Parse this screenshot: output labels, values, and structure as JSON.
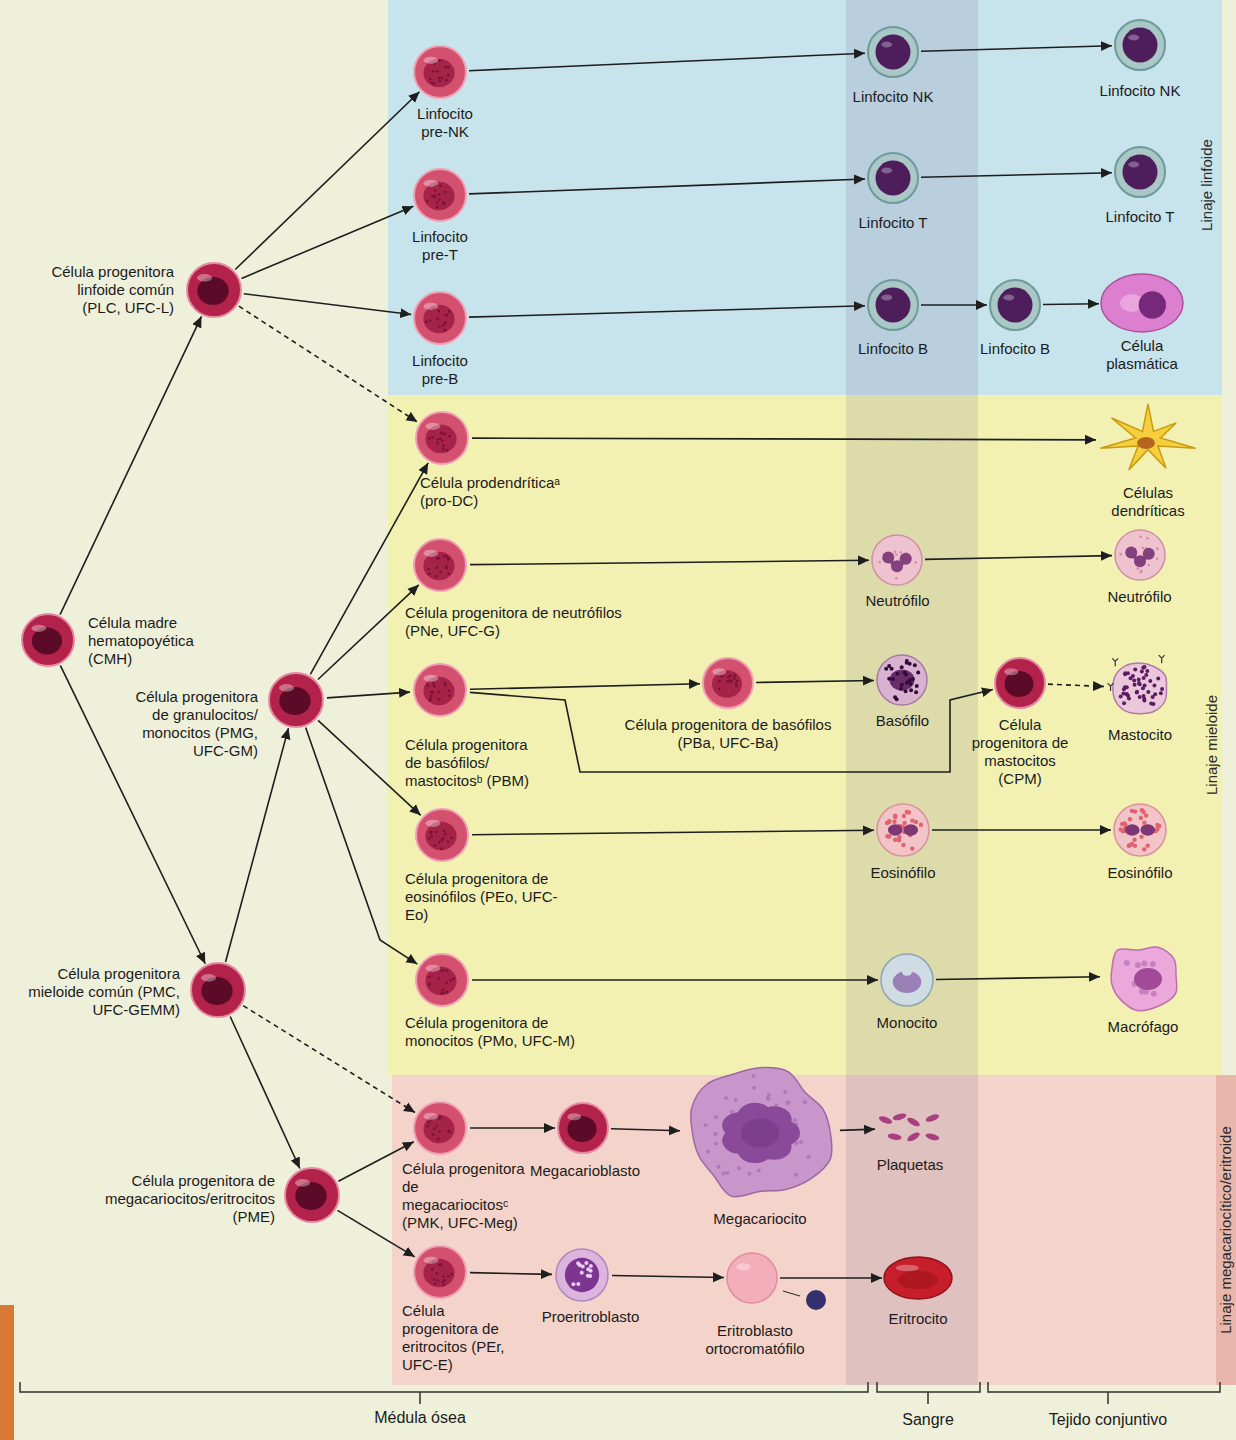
{
  "diagram": {
    "nodes": [
      {
        "text": [
          "Linaje linfoide"
        ]
      },
      {
        "text": [
          "Linaje mieloide"
        ]
      },
      {
        "text": [
          "Linaje megacariocítico/eritroide"
        ]
      },
      {
        "text": [
          "Célula madre hematopoyética (CMH)"
        ]
      },
      {
        "text": [
          "Célula progenitora linfoide común (PLC, UFC-L)"
        ]
      },
      {
        "text": [
          "Célula progenitora de granulocitos/ monocitos (PMG, UFC-GM)"
        ]
      },
      {
        "text": [
          "Célula progenitora mieloide común (PMC, UFC-GEMM)"
        ]
      },
      {
        "text": [
          "Célula progenitora de megacariocitos/eritrocitos (PME)"
        ]
      },
      {
        "text": [
          "Linfocito pre-NK"
        ],
        "in": 0
      },
      {
        "text": [
          "Linfocito pre-T"
        ],
        "in": 0
      },
      {
        "text": [
          "Linfocito pre-B"
        ],
        "in": 0
      },
      {
        "text": [
          "Linfocito NK"
        ],
        "in": 0
      },
      {
        "text": [
          "Linfocito NK"
        ],
        "in": 0
      },
      {
        "text": [
          "Linfocito T"
        ],
        "in": 0
      },
      {
        "text": [
          "Linfocito T"
        ],
        "in": 0
      },
      {
        "text": [
          "Linfocito B"
        ],
        "in": 0
      },
      {
        "text": [
          "Linfocito B"
        ],
        "in": 0
      },
      {
        "text": [
          "Célula plasmática"
        ],
        "in": 0
      },
      {
        "text": [
          "Célula prodendríticaᵃ (pro-DC)"
        ],
        "in": 1
      },
      {
        "text": [
          "Célula progenitora de neutrófilos (PNe, UFC-G)"
        ],
        "in": 1
      },
      {
        "text": [
          "Célula progenitora de basófilos/ mastocitosᵇ (PBM)"
        ],
        "in": 1
      },
      {
        "text": [
          "Célula progenitora de eosinófilos (PEo, UFC-Eo)"
        ],
        "in": 1
      },
      {
        "text": [
          "Célula progenitora de monocitos (PMo, UFC-M)"
        ],
        "in": 1
      },
      {
        "text": [
          "Células dendríticas"
        ],
        "in": 1
      },
      {
        "text": [
          "Neutrófilo"
        ],
        "in": 1
      },
      {
        "text": [
          "Neutrófilo"
        ],
        "in": 1
      },
      {
        "text": [
          "Célula progenitora de basófilos (PBa, UFC-Ba)"
        ],
        "in": 1
      },
      {
        "text": [
          "Basófilo"
        ],
        "in": 1
      },
      {
        "text": [
          "Célula progenitora de mastocitos (CPM)"
        ],
        "in": 1
      },
      {
        "text": [
          "Mastocito"
        ],
        "in": 1
      },
      {
        "text": [
          "Eosinófilo"
        ],
        "in": 1
      },
      {
        "text": [
          "Eosinófilo"
        ],
        "in": 1
      },
      {
        "text": [
          "Monocito"
        ],
        "in": 1
      },
      {
        "text": [
          "Macrófago"
        ],
        "in": 1
      },
      {
        "text": [
          "Célula progenitora de megacariocitosᶜ (PMK, UFC-Meg)"
        ],
        "in": 2
      },
      {
        "text": [
          "Célula progenitora de eritrocitos (PEr, UFC-E)"
        ],
        "in": 2
      },
      {
        "text": [
          "Megacarioblasto"
        ],
        "in": 2
      },
      {
        "text": [
          "Megacariocito"
        ],
        "in": 2
      },
      {
        "text": [
          "Plaquetas"
        ],
        "in": 2
      },
      {
        "text": [
          "Proeritroblasto"
        ],
        "in": 2
      },
      {
        "text": [
          "Eritroblasto ortocromatófilo"
        ],
        "in": 2
      },
      {
        "text": [
          "Eritrocito"
        ],
        "in": 2
      }
    ],
    "edges": [
      {
        "from": 3,
        "to": 4,
        "arrow": "to"
      },
      {
        "from": 3,
        "to": 6,
        "arrow": "to"
      },
      {
        "from": 4,
        "to": 8,
        "arrow": "to"
      },
      {
        "from": 4,
        "to": 9,
        "arrow": "to"
      },
      {
        "from": 4,
        "to": 10,
        "arrow": "to"
      },
      {
        "from": 4,
        "to": 18,
        "arrow": "to"
      },
      {
        "from": 6,
        "to": 5,
        "arrow": "to"
      },
      {
        "from": 6,
        "to": 7,
        "arrow": "to"
      },
      {
        "from": 6,
        "to": 34,
        "arrow": "to"
      },
      {
        "from": 5,
        "to": 18,
        "arrow": "to"
      },
      {
        "from": 5,
        "to": 19,
        "arrow": "to"
      },
      {
        "from": 5,
        "to": 20,
        "arrow": "to"
      },
      {
        "from": 5,
        "to": 21,
        "arrow": "to"
      },
      {
        "from": 5,
        "to": 22,
        "arrow": "to"
      },
      {
        "from": 8,
        "to": 11,
        "arrow": "to"
      },
      {
        "from": 11,
        "to": 12,
        "arrow": "to"
      },
      {
        "from": 9,
        "to": 13,
        "arrow": "to"
      },
      {
        "from": 13,
        "to": 14,
        "arrow": "to"
      },
      {
        "from": 10,
        "to": 15,
        "arrow": "to"
      },
      {
        "from": 15,
        "to": 16,
        "arrow": "to"
      },
      {
        "from": 16,
        "to": 17,
        "arrow": "to"
      },
      {
        "from": 18,
        "to": 23,
        "arrow": "to"
      },
      {
        "from": 19,
        "to": 24,
        "arrow": "to"
      },
      {
        "from": 24,
        "to": 25,
        "arrow": "to"
      },
      {
        "from": 20,
        "to": 26,
        "arrow": "to"
      },
      {
        "from": 26,
        "to": 27,
        "arrow": "to"
      },
      {
        "from": 20,
        "to": 28,
        "arrow": "to"
      },
      {
        "from": 28,
        "to": 29,
        "arrow": "to"
      },
      {
        "from": 21,
        "to": 30,
        "arrow": "to"
      },
      {
        "from": 30,
        "to": 31,
        "arrow": "to"
      },
      {
        "from": 22,
        "to": 32,
        "arrow": "to"
      },
      {
        "from": 32,
        "to": 33,
        "arrow": "to"
      },
      {
        "from": 7,
        "to": 34,
        "arrow": "to"
      },
      {
        "from": 7,
        "to": 35,
        "arrow": "to"
      },
      {
        "from": 34,
        "to": 36,
        "arrow": "to"
      },
      {
        "from": 36,
        "to": 37,
        "arrow": "to"
      },
      {
        "from": 37,
        "to": 38,
        "arrow": "to"
      },
      {
        "from": 35,
        "to": 39,
        "arrow": "to"
      },
      {
        "from": 39,
        "to": 40,
        "arrow": "to"
      },
      {
        "from": 40,
        "to": 41,
        "arrow": "to"
      }
    ],
    "labels": [
      "Médula ósea",
      "Sangre",
      "Tejido conjuntivo"
    ]
  }
}
